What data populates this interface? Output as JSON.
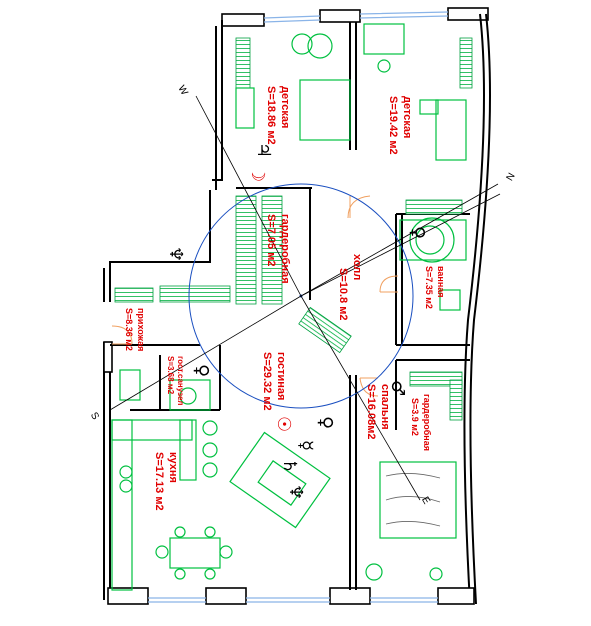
{
  "rooms": [
    {
      "id": "nursery1",
      "name": "детская",
      "area": "S=18.86 м2"
    },
    {
      "id": "nursery2",
      "name": "детская",
      "area": "S=19.42 м2"
    },
    {
      "id": "wardrobe1",
      "name": "гардеробная",
      "area": "S=7.05 м2"
    },
    {
      "id": "hall",
      "name": "холл",
      "area": "S=10.8 м2"
    },
    {
      "id": "bathroom",
      "name": "ванная",
      "area": "S=7.35 м2"
    },
    {
      "id": "entrance",
      "name": "прихожая",
      "area": "S=8.36 м2"
    },
    {
      "id": "wc",
      "name": "гост.санузел",
      "area": "S=3.68 м2"
    },
    {
      "id": "living",
      "name": "гостиная",
      "area": "S=29.32 м2"
    },
    {
      "id": "wardrobe2",
      "name": "гардеробная",
      "area": "S=3.9 м2"
    },
    {
      "id": "bedroom",
      "name": "спальня",
      "area": "S=16.08м2"
    },
    {
      "id": "kitchen",
      "name": "кухня",
      "area": "S=17.13 м2"
    }
  ],
  "directions": {
    "west": "W",
    "north": "N",
    "south": "S",
    "east": "E"
  },
  "planet_symbols": {
    "jupiter": "♃",
    "moon": "☽",
    "neptune": "♆",
    "venus": "♀",
    "mars": "♂",
    "saturn": "♄",
    "mercury": "☿",
    "sun": "☉",
    "neptune2": "♆"
  },
  "colors": {
    "labels": "#e00000",
    "furniture": "#00c040",
    "circle": "#1a4fc0",
    "walls": "#000000"
  }
}
